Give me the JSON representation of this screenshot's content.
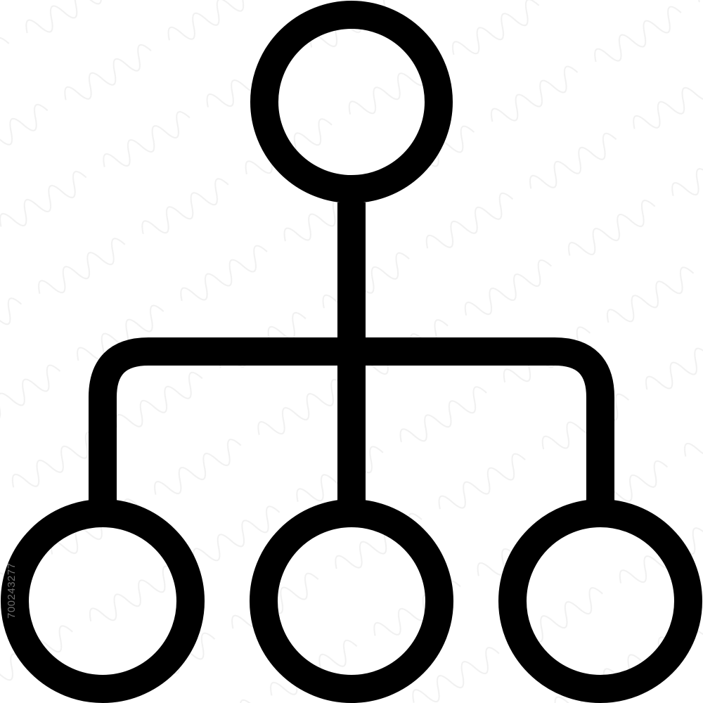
{
  "icon": {
    "name": "hierarchy-icon",
    "stroke_color": "#000000",
    "background_color": "#ffffff",
    "nodes": [
      "root-node",
      "child-node-left",
      "child-node-center",
      "child-node-right"
    ]
  },
  "watermark": {
    "text": "700243277"
  }
}
